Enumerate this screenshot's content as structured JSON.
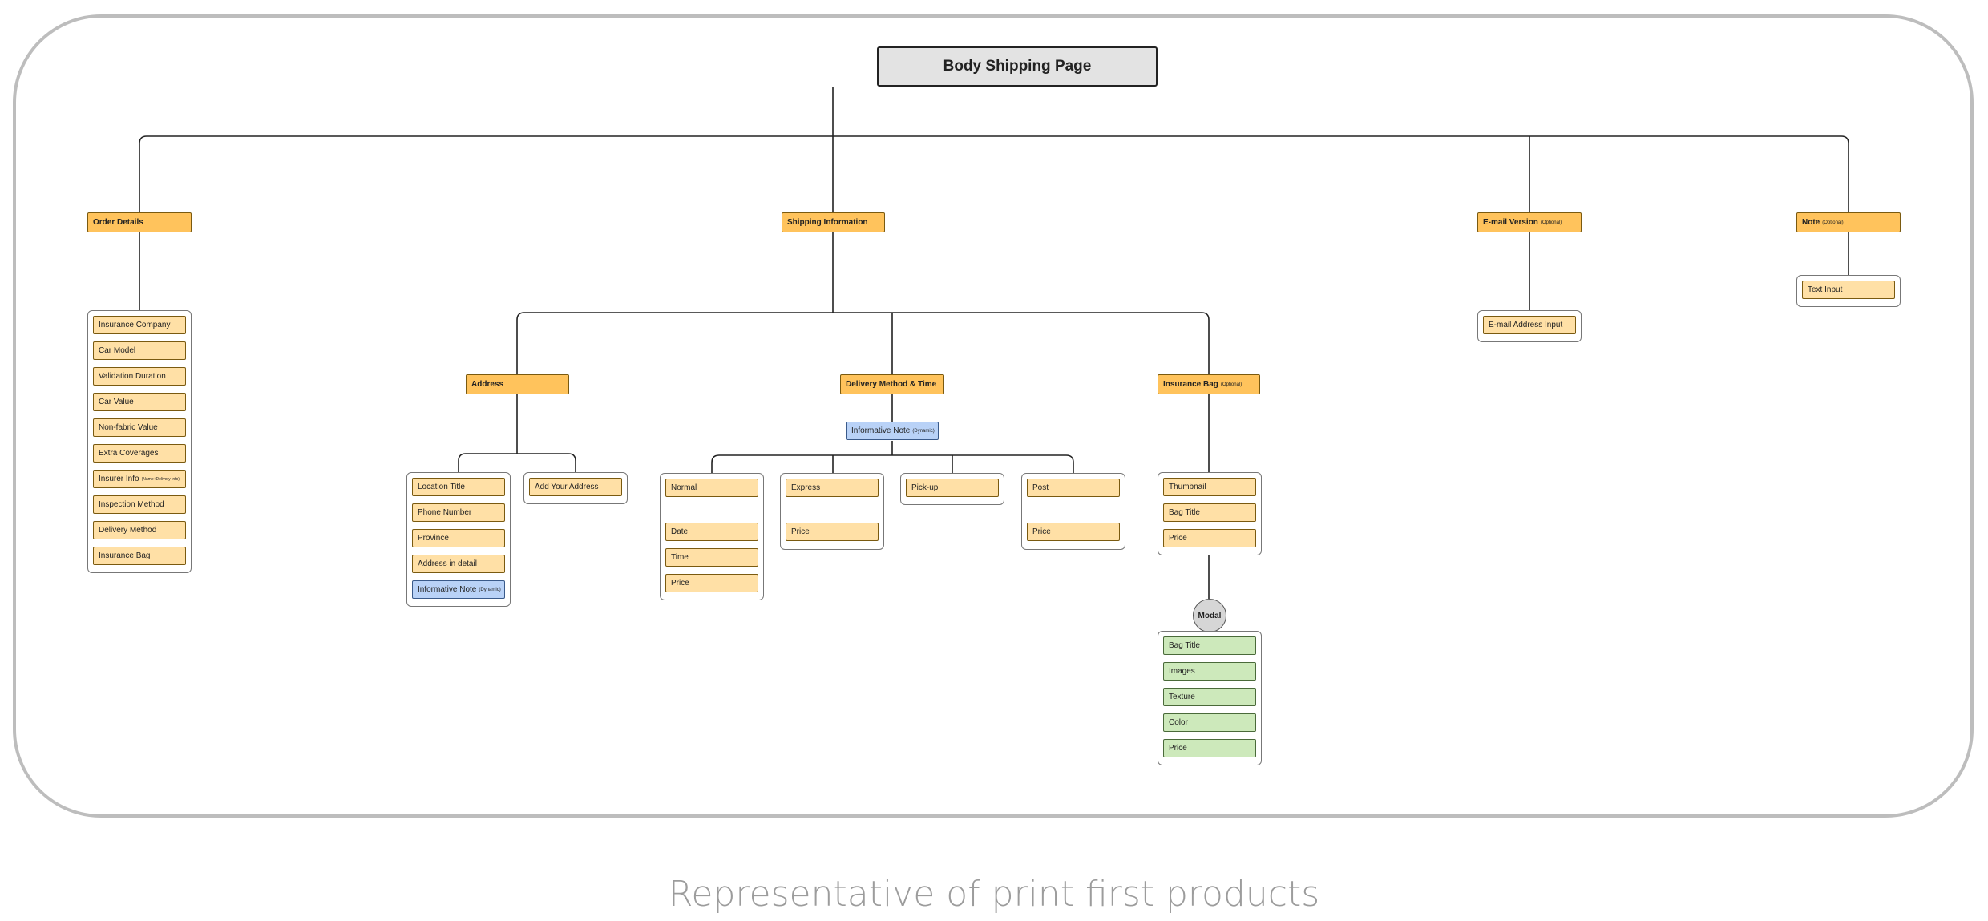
{
  "title": "Body Shipping Page",
  "caption": "Representative of print first products",
  "colors": {
    "category": "#ffc35c",
    "item": "#ffe0a6",
    "informative": "#b9d2f7",
    "modal_item": "#cde9bb",
    "title": "#e3e3e3"
  },
  "categories": {
    "order_details": {
      "label": "Order Details",
      "note": ""
    },
    "shipping_information": {
      "label": "Shipping Information",
      "note": ""
    },
    "email_version": {
      "label": "E-mail Version",
      "note": "(Optional)"
    },
    "note": {
      "label": "Note",
      "note": "(Optional)"
    },
    "address": {
      "label": "Address",
      "note": ""
    },
    "delivery": {
      "label": "Delivery Method & Time",
      "note": ""
    },
    "insurance_bag": {
      "label": "Insurance Bag",
      "note": "(Optional)"
    }
  },
  "order_details_items": [
    {
      "label": "Insurance Company",
      "note": ""
    },
    {
      "label": "Car Model",
      "note": ""
    },
    {
      "label": "Validation Duration",
      "note": ""
    },
    {
      "label": "Car Value",
      "note": ""
    },
    {
      "label": "Non-fabric Value",
      "note": ""
    },
    {
      "label": "Extra Coverages",
      "note": ""
    },
    {
      "label": "Insurer Info",
      "note": "(Name+Delivery Info)"
    },
    {
      "label": "Inspection Method",
      "note": ""
    },
    {
      "label": "Delivery Method",
      "note": ""
    },
    {
      "label": "Insurance Bag",
      "note": ""
    }
  ],
  "address_items": [
    {
      "label": "Location Title",
      "note": ""
    },
    {
      "label": "Phone Number",
      "note": ""
    },
    {
      "label": "Province",
      "note": ""
    },
    {
      "label": "Address in detail",
      "note": ""
    },
    {
      "label": "Informative Note",
      "note": "(Dynamic)"
    }
  ],
  "add_address": "Add Your Address",
  "delivery_note": {
    "label": "Informative Note",
    "note": "(Dynamic)"
  },
  "normal_items": [
    "Normal",
    "Date",
    "Time",
    "Price"
  ],
  "express_items": [
    "Express",
    "Price"
  ],
  "pickup_items": [
    "Pick-up"
  ],
  "post_items": [
    "Post",
    "Price"
  ],
  "bag_items": [
    "Thumbnail",
    "Bag Title",
    "Price"
  ],
  "modal": "Modal",
  "modal_items": [
    "Bag Title",
    "Images",
    "Texture",
    "Color",
    "Price"
  ],
  "email_items": [
    "E-mail Address Input"
  ],
  "note_items": [
    "Text Input"
  ]
}
